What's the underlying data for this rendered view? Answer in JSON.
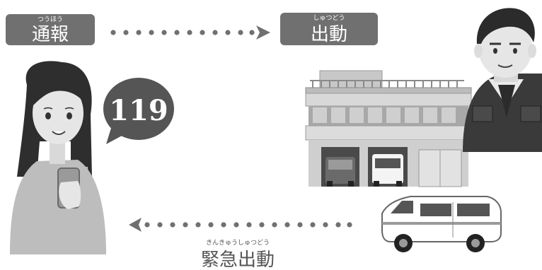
{
  "step_report": {
    "label": "通報",
    "ruby": "つうほう"
  },
  "step_dispatch": {
    "label": "出動",
    "ruby": "しゅつどう"
  },
  "step_emergency": {
    "label": "緊急出動",
    "ruby": "きんきゅうしゅつどう"
  },
  "speech_number": "119",
  "colors": {
    "pill": "#707070",
    "arrow": "#707070",
    "bubble": "#555555",
    "figure_dark": "#3a3a3a"
  }
}
